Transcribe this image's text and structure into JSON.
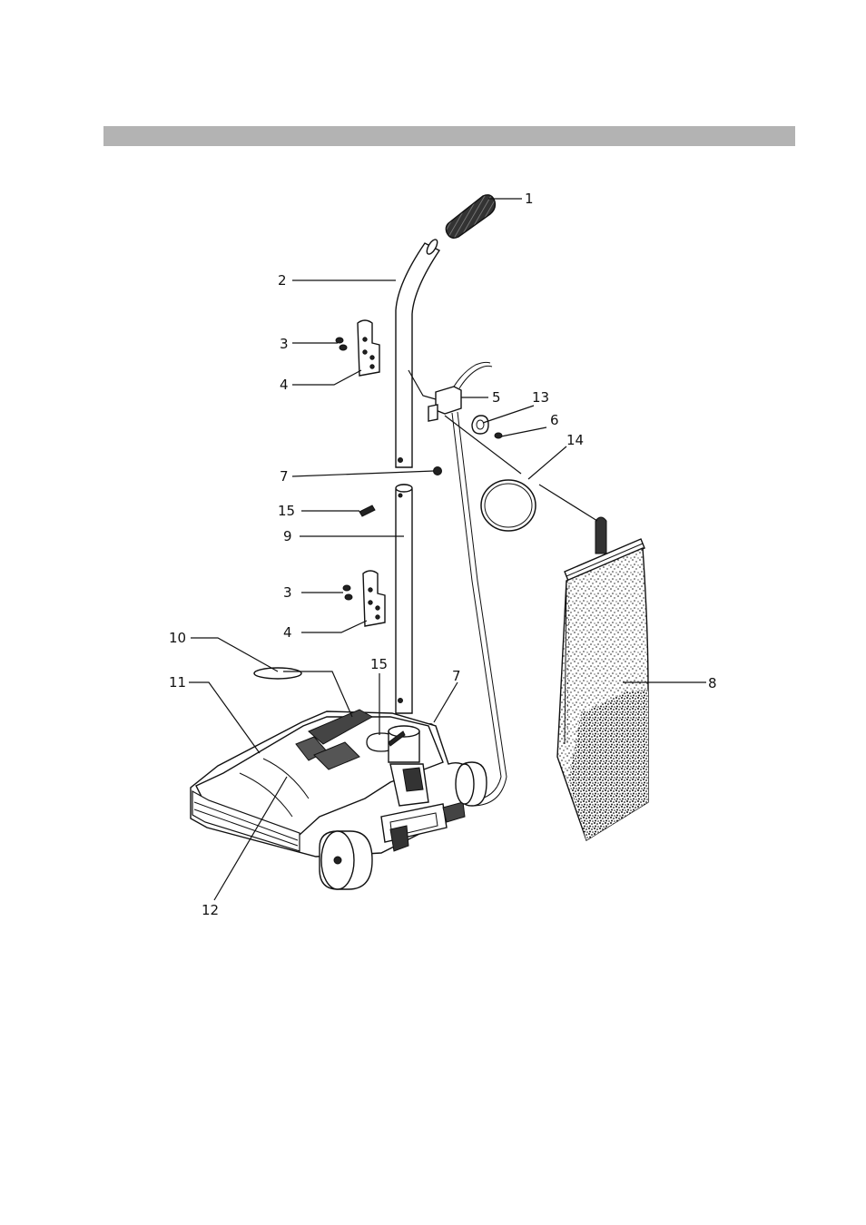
{
  "header_bar_color": "#b3b3b3",
  "callouts": [
    {
      "id": "c1",
      "label": "1"
    },
    {
      "id": "c2",
      "label": "2"
    },
    {
      "id": "c3a",
      "label": "3"
    },
    {
      "id": "c4a",
      "label": "4"
    },
    {
      "id": "c5",
      "label": "5"
    },
    {
      "id": "c13",
      "label": "13"
    },
    {
      "id": "c6",
      "label": "6"
    },
    {
      "id": "c14",
      "label": "14"
    },
    {
      "id": "c7a",
      "label": "7"
    },
    {
      "id": "c15a",
      "label": "15"
    },
    {
      "id": "c9",
      "label": "9"
    },
    {
      "id": "c3b",
      "label": "3"
    },
    {
      "id": "c4b",
      "label": "4"
    },
    {
      "id": "c10",
      "label": "10"
    },
    {
      "id": "c11",
      "label": "11"
    },
    {
      "id": "c15b",
      "label": "15"
    },
    {
      "id": "c7b",
      "label": "7"
    },
    {
      "id": "c8",
      "label": "8"
    },
    {
      "id": "c12",
      "label": "12"
    }
  ]
}
